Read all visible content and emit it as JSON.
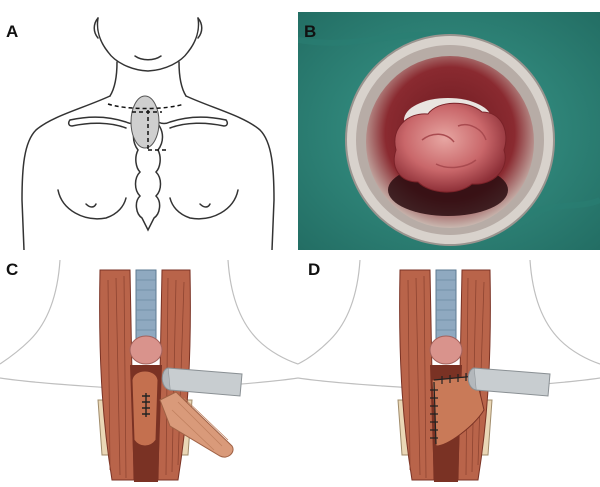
{
  "panels": [
    {
      "label": "A",
      "content": "line-drawing-chest-incision"
    },
    {
      "label": "B",
      "content": "photo-resected-specimen-in-bowl"
    },
    {
      "label": "C",
      "content": "surgical-illustration-muscle-flap-retracted"
    },
    {
      "label": "D",
      "content": "surgical-illustration-muscle-flap-sutured"
    }
  ],
  "colors": {
    "line_art": "#333333",
    "skin_outline": "#bfbfbf",
    "muscle": "#b9644a",
    "muscle_dark": "#7a3224",
    "trachea": "#8fa9c0",
    "thyroid": "#d9938c",
    "drape": "#2f8a7e",
    "tissue": "#b5343a",
    "retractor": "#c8cdd0",
    "bone": "#ead7b6"
  }
}
